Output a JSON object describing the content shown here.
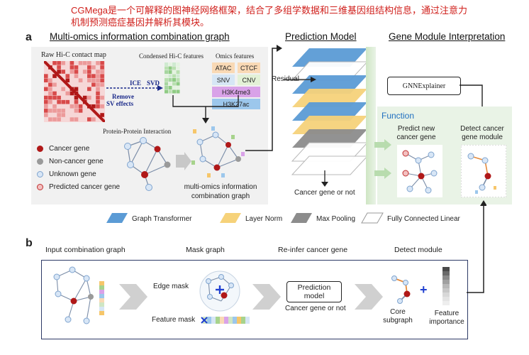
{
  "caption": "CGMega是一个可解释的图神经网络框架，结合了多组学数据和三维基因组结构信息，通过注意力机制预测癌症基因并解析其模块。",
  "panel_a": {
    "label": "a",
    "title_multiomics": "Multi-omics information combination graph",
    "title_prediction": "Prediction Model",
    "title_interpretation": "Gene Module Interpretation",
    "raw_hic": "Raw Hi-C contact map",
    "condensed_hic": "Condensed Hi-C features",
    "omics_features": "Omics features",
    "ice": "ICE",
    "svd": "SVD",
    "remove_sv_1": "Remove",
    "remove_sv_2": "SV effects",
    "omics": [
      "ATAC",
      "CTCF",
      "SNV",
      "CNV",
      "H3K4me3",
      "H3K27ac"
    ],
    "omic_colors": [
      "#f9d9b5",
      "#f9d9b5",
      "#d6e6f5",
      "#e3f1d6",
      "#d9a2e8",
      "#9cc7ec"
    ],
    "ppi": "Protein-Protein Interaction",
    "legend": [
      "Cancer gene",
      "Non-cancer gene",
      "Unknown gene",
      "Predicted cancer gene"
    ],
    "graph_caption_1": "multi-omics information",
    "graph_caption_2": "combination graph",
    "residual": "Residual",
    "cancer_or_not": "Cancer gene or not",
    "gnnexplainer": "GNNExplainer",
    "function": "Function",
    "predict_new_1": "Predict new",
    "predict_new_2": "cancer gene",
    "detect_module_1": "Detect cancer",
    "detect_module_2": "gene module",
    "layer_legend": [
      "Graph Transformer",
      "Layer Norm",
      "Max Pooling",
      "Fully Connected Linear"
    ],
    "layer_colors": [
      "#5b9bd5",
      "#f6d27a",
      "#8c8c8c",
      "#ffffff"
    ]
  },
  "panel_b": {
    "label": "b",
    "input_graph": "Input combination graph",
    "mask_graph": "Mask graph",
    "reinfer": "Re-infer cancer gene",
    "detect_module": "Detect module",
    "edge_mask": "Edge mask",
    "feature_mask": "Feature mask",
    "prediction_model_1": "Prediction",
    "prediction_model_2": "model",
    "cancer_or_not": "Cancer gene or not",
    "core_1": "Core",
    "core_2": "subgraph",
    "fi_1": "Feature",
    "fi_2": "importance"
  },
  "colors": {
    "cancer": "#b01818",
    "noncancer": "#9a9a9a",
    "unknown": "#d8e6f6",
    "accent_blue": "#1f6fc0",
    "caption_red": "#d0201c"
  }
}
